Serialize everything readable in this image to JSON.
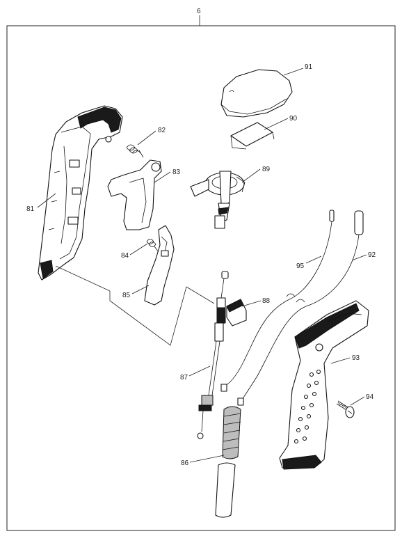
{
  "assembly_label": "6",
  "parts": [
    {
      "key": "81",
      "label": "81"
    },
    {
      "key": "82",
      "label": "82"
    },
    {
      "key": "83",
      "label": "83"
    },
    {
      "key": "84",
      "label": "84"
    },
    {
      "key": "85",
      "label": "85"
    },
    {
      "key": "86",
      "label": "86"
    },
    {
      "key": "87",
      "label": "87"
    },
    {
      "key": "88",
      "label": "88"
    },
    {
      "key": "89",
      "label": "89"
    },
    {
      "key": "90",
      "label": "90"
    },
    {
      "key": "91",
      "label": "91"
    },
    {
      "key": "92",
      "label": "92"
    },
    {
      "key": "93",
      "label": "93"
    },
    {
      "key": "94",
      "label": "94"
    },
    {
      "key": "95",
      "label": "95"
    }
  ]
}
